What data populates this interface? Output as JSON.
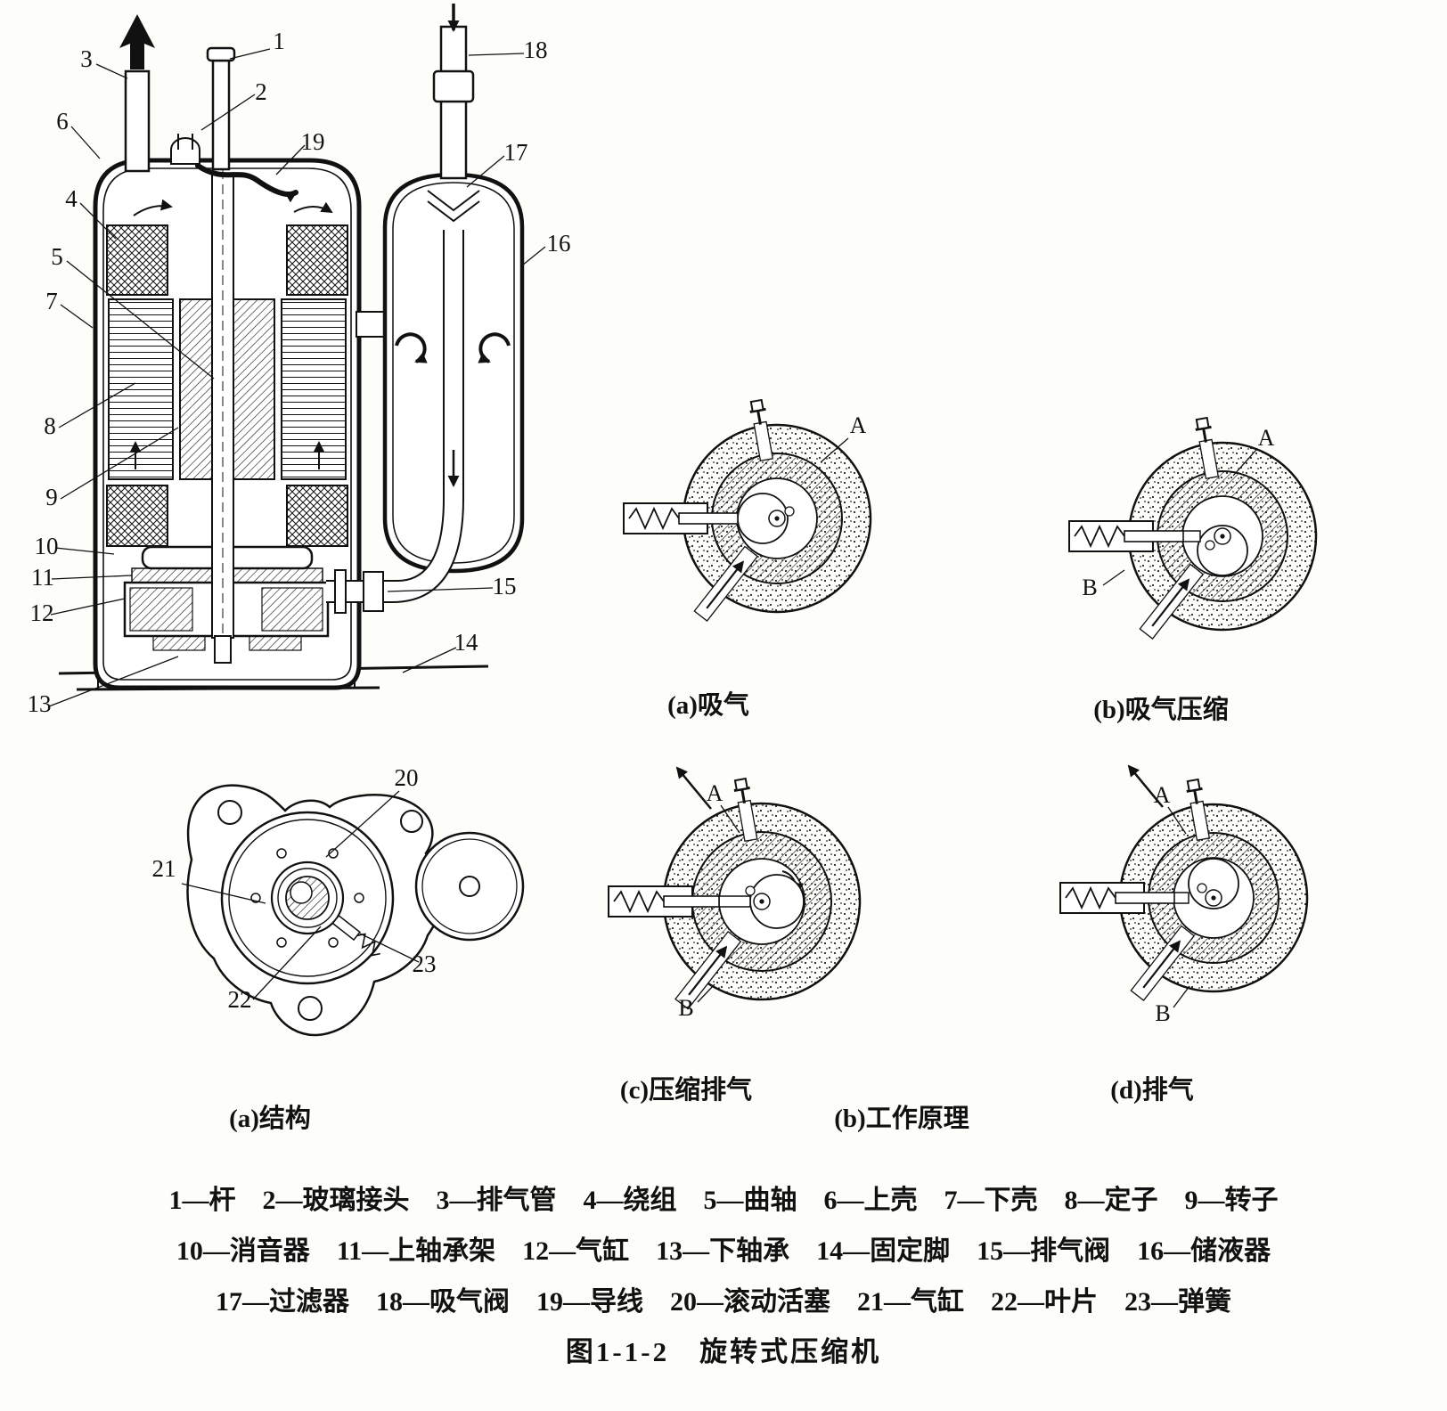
{
  "colors": {
    "ink": "#111111",
    "paper": "#fdfdf9"
  },
  "captions": {
    "stage_a": "(a)吸气",
    "stage_b": "(b)吸气压缩",
    "stage_c": "(c)压缩排气",
    "stage_d": "(d)排气",
    "structure": "(a)结构",
    "principle": "(b)工作原理",
    "figure": "图1-1-2　旋转式压缩机"
  },
  "labels": {
    "n1": "1",
    "n2": "2",
    "n3": "3",
    "n4": "4",
    "n5": "5",
    "n6": "6",
    "n7": "7",
    "n8": "8",
    "n9": "9",
    "n10": "10",
    "n11": "11",
    "n12": "12",
    "n13": "13",
    "n14": "14",
    "n15": "15",
    "n16": "16",
    "n17": "17",
    "n18": "18",
    "n19": "19",
    "n20": "20",
    "n21": "21",
    "n22": "22",
    "n23": "23",
    "A": "A",
    "B": "B"
  },
  "legend": {
    "separator": "—",
    "rows": [
      [
        [
          "1",
          "杆"
        ],
        [
          "2",
          "玻璃接头"
        ],
        [
          "3",
          "排气管"
        ],
        [
          "4",
          "绕组"
        ],
        [
          "5",
          "曲轴"
        ],
        [
          "6",
          "上壳"
        ],
        [
          "7",
          "下壳"
        ],
        [
          "8",
          "定子"
        ],
        [
          "9",
          "转子"
        ]
      ],
      [
        [
          "10",
          "消音器"
        ],
        [
          "11",
          "上轴承架"
        ],
        [
          "12",
          "气缸"
        ],
        [
          "13",
          "下轴承"
        ],
        [
          "14",
          "固定脚"
        ],
        [
          "15",
          "排气阀"
        ],
        [
          "16",
          "储液器"
        ]
      ],
      [
        [
          "17",
          "过滤器"
        ],
        [
          "18",
          "吸气阀"
        ],
        [
          "19",
          "导线"
        ],
        [
          "20",
          "滚动活塞"
        ],
        [
          "21",
          "气缸"
        ],
        [
          "22",
          "叶片"
        ],
        [
          "23",
          "弹簧"
        ]
      ]
    ]
  }
}
